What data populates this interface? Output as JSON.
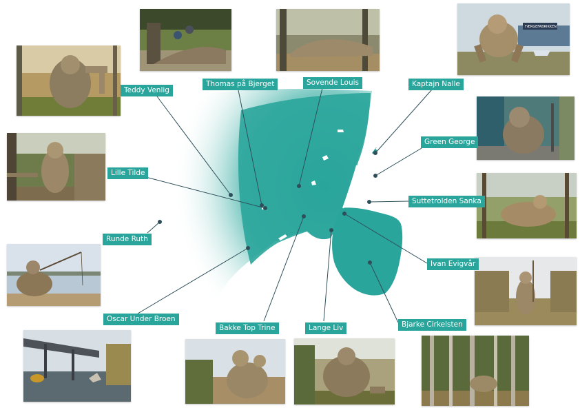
{
  "colors": {
    "accent": "#2aa59b",
    "water_dark": "#1f958c",
    "leader": "#2e4f5a"
  },
  "labels": [
    {
      "id": "teddy",
      "text": "Teddy Venlig"
    },
    {
      "id": "thomas",
      "text": "Thomas på Bjerget"
    },
    {
      "id": "sovende",
      "text": "Sovende Louis"
    },
    {
      "id": "kaptajn",
      "text": "Kaptajn Nalle"
    },
    {
      "id": "green",
      "text": "Green George"
    },
    {
      "id": "sutte",
      "text": "Suttetrolden Sanka"
    },
    {
      "id": "ivan",
      "text": "Ivan Evigvår"
    },
    {
      "id": "bjarke",
      "text": "Bjarke Cirkelsten"
    },
    {
      "id": "lange",
      "text": "Lange Liv"
    },
    {
      "id": "bakke",
      "text": "Bakke Top Trine"
    },
    {
      "id": "oscar",
      "text": "Oscar Under Broen"
    },
    {
      "id": "runde",
      "text": "Runde Ruth"
    },
    {
      "id": "lille",
      "text": "Lille Tilde"
    }
  ],
  "photo_sign_text": "FÆRGEFABRIKKEN"
}
